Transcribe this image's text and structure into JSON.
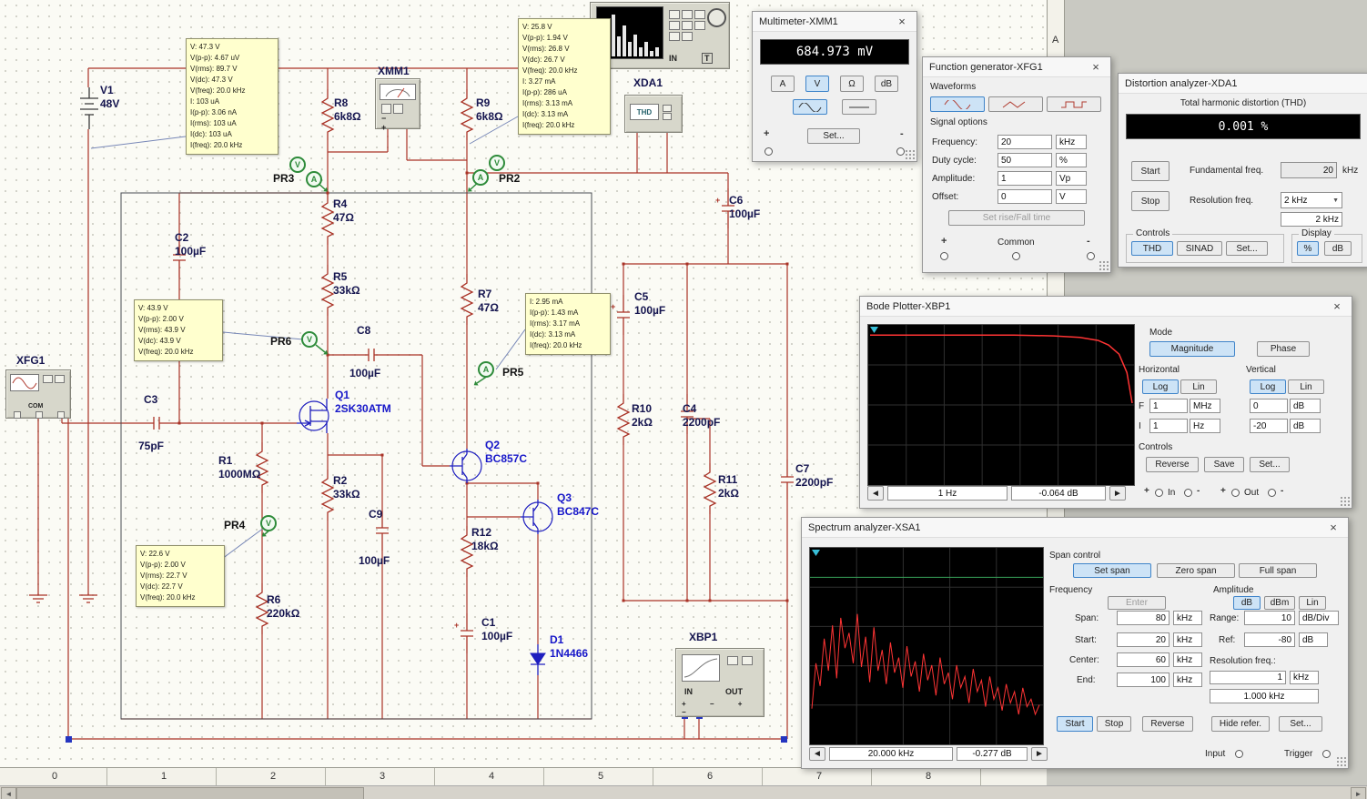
{
  "sheet": {
    "zone_numbers": [
      "0",
      "1",
      "2",
      "3",
      "4",
      "5",
      "6",
      "7",
      "8"
    ],
    "zone_letter": "A"
  },
  "colors": {
    "wire": "#a93226",
    "component_blue": "#1f1fbf",
    "probe_green": "#2e8b3a",
    "note_bg": "#ffffce",
    "trace_red": "#ff3434",
    "selected_bg": "#cde3f6",
    "lcd_bg": "#000000"
  },
  "schematic": {
    "components": [
      {
        "id": "v1",
        "ref": "V1",
        "val": "48V"
      },
      {
        "id": "r8",
        "ref": "R8",
        "val": "6k8Ω"
      },
      {
        "id": "r9",
        "ref": "R9",
        "val": "6k8Ω"
      },
      {
        "id": "xmm1",
        "ref": "XMM1",
        "val": ""
      },
      {
        "id": "xda1",
        "ref": "XDA1",
        "val": ""
      },
      {
        "id": "r4",
        "ref": "R4",
        "val": "47Ω"
      },
      {
        "id": "r5",
        "ref": "R5",
        "val": "33kΩ"
      },
      {
        "id": "c2",
        "ref": "C2",
        "val": "100µF"
      },
      {
        "id": "r7",
        "ref": "R7",
        "val": "47Ω"
      },
      {
        "id": "c5",
        "ref": "C5",
        "val": "100µF"
      },
      {
        "id": "c6",
        "ref": "C6",
        "val": "100µF"
      },
      {
        "id": "c8",
        "ref": "C8",
        "val": "100µF"
      },
      {
        "id": "q1",
        "ref": "Q1",
        "val": "2SK30ATM",
        "blue": true
      },
      {
        "id": "c3",
        "ref": "C3",
        "val": "75pF"
      },
      {
        "id": "r1",
        "ref": "R1",
        "val": "1000MΩ"
      },
      {
        "id": "r2",
        "ref": "R2",
        "val": "33kΩ"
      },
      {
        "id": "q2",
        "ref": "Q2",
        "val": "BC857C",
        "blue": true
      },
      {
        "id": "q3",
        "ref": "Q3",
        "val": "BC847C",
        "blue": true
      },
      {
        "id": "c9",
        "ref": "C9",
        "val": "100µF"
      },
      {
        "id": "r12",
        "ref": "R12",
        "val": "18kΩ"
      },
      {
        "id": "r6",
        "ref": "R6",
        "val": "220kΩ"
      },
      {
        "id": "c1",
        "ref": "C1",
        "val": "100µF"
      },
      {
        "id": "d1",
        "ref": "D1",
        "val": "1N4466",
        "blue": true
      },
      {
        "id": "r10",
        "ref": "R10",
        "val": "2kΩ"
      },
      {
        "id": "c4",
        "ref": "C4",
        "val": "2200pF"
      },
      {
        "id": "r11",
        "ref": "R11",
        "val": "2kΩ"
      },
      {
        "id": "c7",
        "ref": "C7",
        "val": "2200pF"
      },
      {
        "id": "xfg1",
        "ref": "XFG1",
        "val": ""
      },
      {
        "id": "xbp1",
        "ref": "XBP1",
        "val": ""
      }
    ],
    "probes": [
      {
        "id": "pr3",
        "label": "PR3",
        "letters": [
          "V",
          "A"
        ]
      },
      {
        "id": "pr2",
        "label": "PR2",
        "letters": [
          "A",
          "V"
        ]
      },
      {
        "id": "pr6",
        "label": "PR6",
        "letters": [
          "V"
        ]
      },
      {
        "id": "pr5",
        "label": "PR5",
        "letters": [
          "A"
        ]
      },
      {
        "id": "pr4",
        "label": "PR4",
        "letters": [
          "V"
        ]
      }
    ],
    "measurements": [
      {
        "id": "m1",
        "lines": [
          "V: 47.3 V",
          "V(p-p): 4.67 uV",
          "V(rms): 89.7 V",
          "V(dc): 47.3 V",
          "V(freq): 20.0 kHz",
          "I: 103 uA",
          "I(p-p): 3.06 nA",
          "I(rms): 103 uA",
          "I(dc): 103 uA",
          "I(freq): 20.0 kHz"
        ]
      },
      {
        "id": "m2",
        "lines": [
          "V: 25.8 V",
          "V(p-p): 1.94 V",
          "V(rms): 26.8 V",
          "V(dc): 26.7 V",
          "V(freq): 20.0 kHz",
          "I: 3.27 mA",
          "I(p-p): 286 uA",
          "I(rms): 3.13 mA",
          "I(dc): 3.13 mA",
          "I(freq): 20.0 kHz"
        ]
      },
      {
        "id": "m3",
        "lines": [
          "V: 43.9 V",
          "V(p-p): 2.00 V",
          "V(rms): 43.9 V",
          "V(dc): 43.9 V",
          "V(freq): 20.0 kHz"
        ]
      },
      {
        "id": "m4",
        "lines": [
          "I: 2.95 mA",
          "I(p-p): 1.43 mA",
          "I(rms): 3.17 mA",
          "I(dc): 3.13 mA",
          "I(freq): 20.0 kHz"
        ]
      },
      {
        "id": "m5",
        "lines": [
          "V: 22.6 V",
          "V(p-p): 2.00 V",
          "V(rms): 22.7 V",
          "V(dc): 22.7 V",
          "V(freq): 20.0 kHz"
        ]
      }
    ],
    "icon_texts": {
      "xda1_screen": "THD",
      "xfg1_com": "COM",
      "xbp1_in": "IN",
      "xbp1_out": "OUT",
      "xsa1_in": "IN",
      "xsa1_t": "T"
    }
  },
  "multimeter": {
    "title": "Multimeter-XMM1",
    "display": "684.973 mV",
    "modes": [
      "A",
      "V",
      "Ω",
      "dB"
    ],
    "selected_mode": "V",
    "set_label": "Set...",
    "plus": "+",
    "minus": "-"
  },
  "function_generator": {
    "title": "Function generator-XFG1",
    "waveforms_label": "Waveforms",
    "signal_options_label": "Signal options",
    "rows": [
      {
        "label": "Frequency:",
        "value": "20",
        "unit": "kHz"
      },
      {
        "label": "Duty cycle:",
        "value": "50",
        "unit": "%"
      },
      {
        "label": "Amplitude:",
        "value": "1",
        "unit": "Vp"
      },
      {
        "label": "Offset:",
        "value": "0",
        "unit": "V"
      }
    ],
    "set_rise_label": "Set rise/Fall time",
    "plus": "+",
    "common": "Common",
    "minus": "-"
  },
  "distortion_analyzer": {
    "title": "Distortion analyzer-XDA1",
    "thd_label": "Total harmonic distortion (THD)",
    "display": "0.001 %",
    "start": "Start",
    "stop": "Stop",
    "fundamental_label": "Fundamental freq.",
    "fundamental_value": "20",
    "fundamental_unit": "kHz",
    "resolution_label": "Resolution freq.",
    "resolution_value": "2 kHz",
    "resolution_value2": "2 kHz",
    "controls_label": "Controls",
    "thd_btn": "THD",
    "sinad_btn": "SINAD",
    "set_btn": "Set...",
    "display_label": "Display",
    "pct_btn": "%",
    "db_btn": "dB"
  },
  "bode_plotter": {
    "title": "Bode Plotter-XBP1",
    "mode_label": "Mode",
    "magnitude": "Magnitude",
    "phase": "Phase",
    "horizontal_label": "Horizontal",
    "vertical_label": "Vertical",
    "log": "Log",
    "lin": "Lin",
    "f_label": "F",
    "i_label": "I",
    "h_f_value": "1",
    "h_f_unit": "MHz",
    "h_i_value": "1",
    "h_i_unit": "Hz",
    "v_f_value": "0",
    "v_f_unit": "dB",
    "v_i_value": "-20",
    "v_i_unit": "dB",
    "controls_label": "Controls",
    "reverse": "Reverse",
    "save": "Save",
    "set": "Set...",
    "readout_freq": "1 Hz",
    "readout_db": "-0.064 dB",
    "plus": "+",
    "minus": "-",
    "in_label": "In",
    "out_label": "Out",
    "chart_data": {
      "type": "line",
      "x_scale": "log",
      "x_range_labels": [
        "1 Hz",
        "1 MHz"
      ],
      "y_range_db": [
        -20,
        0
      ],
      "trace": [
        [
          0,
          0.055
        ],
        [
          0.55,
          0.055
        ],
        [
          0.7,
          0.06
        ],
        [
          0.8,
          0.07
        ],
        [
          0.87,
          0.09
        ],
        [
          0.91,
          0.12
        ],
        [
          0.95,
          0.18
        ],
        [
          0.98,
          0.3
        ],
        [
          1,
          0.5
        ]
      ]
    }
  },
  "spectrum_analyzer": {
    "title": "Spectrum analyzer-XSA1",
    "span_control_label": "Span control",
    "set_span": "Set span",
    "zero_span": "Zero span",
    "full_span": "Full span",
    "frequency_label": "Frequency",
    "enter": "Enter",
    "freq_rows": [
      {
        "label": "Span:",
        "value": "80",
        "unit": "kHz"
      },
      {
        "label": "Start:",
        "value": "20",
        "unit": "kHz"
      },
      {
        "label": "Center:",
        "value": "60",
        "unit": "kHz"
      },
      {
        "label": "End:",
        "value": "100",
        "unit": "kHz"
      }
    ],
    "amplitude_label": "Amplitude",
    "db": "dB",
    "dbm": "dBm",
    "lin": "Lin",
    "range_label": "Range:",
    "range_value": "10",
    "range_unit": "dB/Div",
    "ref_label": "Ref:",
    "ref_value": "-80",
    "ref_unit": "dB",
    "resolution_label": "Resolution freq.:",
    "resolution_value": "1",
    "resolution_unit": "kHz",
    "resolution_display": "1.000 kHz",
    "buttons": [
      "Start",
      "Stop",
      "Reverse",
      "Hide refer.",
      "Set..."
    ],
    "readout_freq": "20.000 kHz",
    "readout_db": "-0.277 dB",
    "input_label": "Input",
    "trigger_label": "Trigger",
    "chart_data": {
      "type": "line",
      "ref_line_frac": 0.15,
      "trace_y": [
        0.84,
        0.6,
        0.72,
        0.47,
        0.64,
        0.4,
        0.68,
        0.36,
        0.52,
        0.44,
        0.6,
        0.34,
        0.62,
        0.46,
        0.7,
        0.41,
        0.64,
        0.53,
        0.71,
        0.49,
        0.65,
        0.57,
        0.73,
        0.51,
        0.67,
        0.59,
        0.75,
        0.55,
        0.69,
        0.61,
        0.77,
        0.57,
        0.71,
        0.65,
        0.79,
        0.61,
        0.73,
        0.67,
        0.81,
        0.63,
        0.75,
        0.69,
        0.83,
        0.67,
        0.79,
        0.73,
        0.85,
        0.71,
        0.81,
        0.75,
        0.87,
        0.73,
        0.83,
        0.79,
        0.87,
        0.82
      ]
    }
  }
}
